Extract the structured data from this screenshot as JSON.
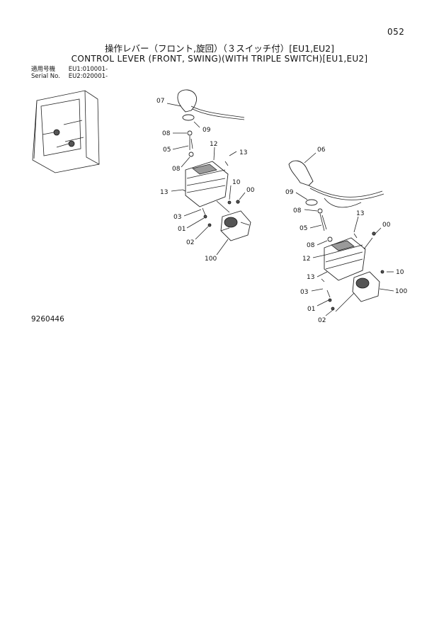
{
  "header": {
    "page_number": "052",
    "title_jp": "操作レバー（フロント,旋回）（３スイッチ付）[EU1,EU2]",
    "title_en": "CONTROL LEVER (FRONT, SWING)(WITH TRIPLE SWITCH)[EU1,EU2]"
  },
  "serial": {
    "label_jp": "適用号機",
    "value_1": "EU1:010001-",
    "label_en": "Serial No.",
    "value_2": "EU2:020001-"
  },
  "footer": {
    "document_number": "9260446"
  },
  "callouts_left": {
    "c07": "07",
    "c09": "09",
    "c08a": "08",
    "c05": "05",
    "c08b": "08",
    "c12": "12",
    "c13a": "13",
    "c13b": "13",
    "c10": "10",
    "c00": "00",
    "c03": "03",
    "c01": "01",
    "c02": "02",
    "c100": "100"
  },
  "callouts_right": {
    "c06": "06",
    "c09": "09",
    "c08a": "08",
    "c13a": "13",
    "c05": "05",
    "c00": "00",
    "c08b": "08",
    "c12": "12",
    "c13b": "13",
    "c10": "10",
    "c03": "03",
    "c100": "100",
    "c01": "01",
    "c02": "02"
  }
}
